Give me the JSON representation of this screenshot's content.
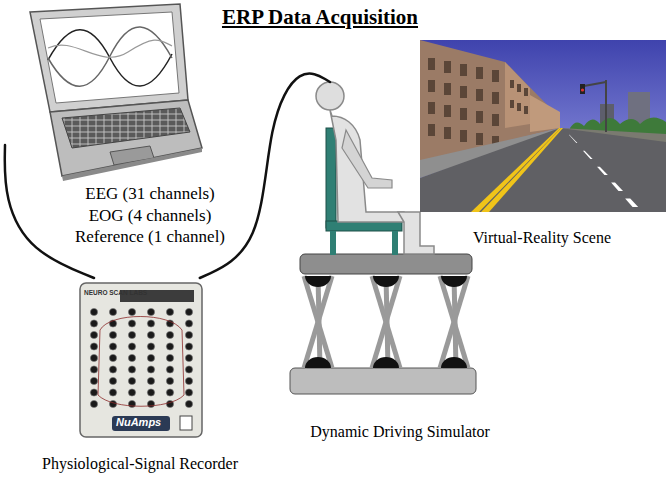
{
  "diagram": {
    "title": "ERP Data Acquisition",
    "nodes": [
      {
        "text": [
          "EEG (31 channels)",
          "EOG (4 channels)",
          "Reference (1 channel)"
        ]
      },
      {
        "text": [
          "Physiological-Signal Recorder"
        ]
      },
      {
        "text": [
          "Dynamic Driving Simulator"
        ]
      },
      {
        "text": [
          "Virtual-Reality Scene"
        ]
      }
    ],
    "edges": [
      {
        "from": 0,
        "to": 1,
        "arrow": "none"
      },
      {
        "from": 1,
        "to": 2,
        "arrow": "none"
      }
    ],
    "labels": [
      "NEURO SCAN LABS",
      "NuAmps"
    ]
  }
}
